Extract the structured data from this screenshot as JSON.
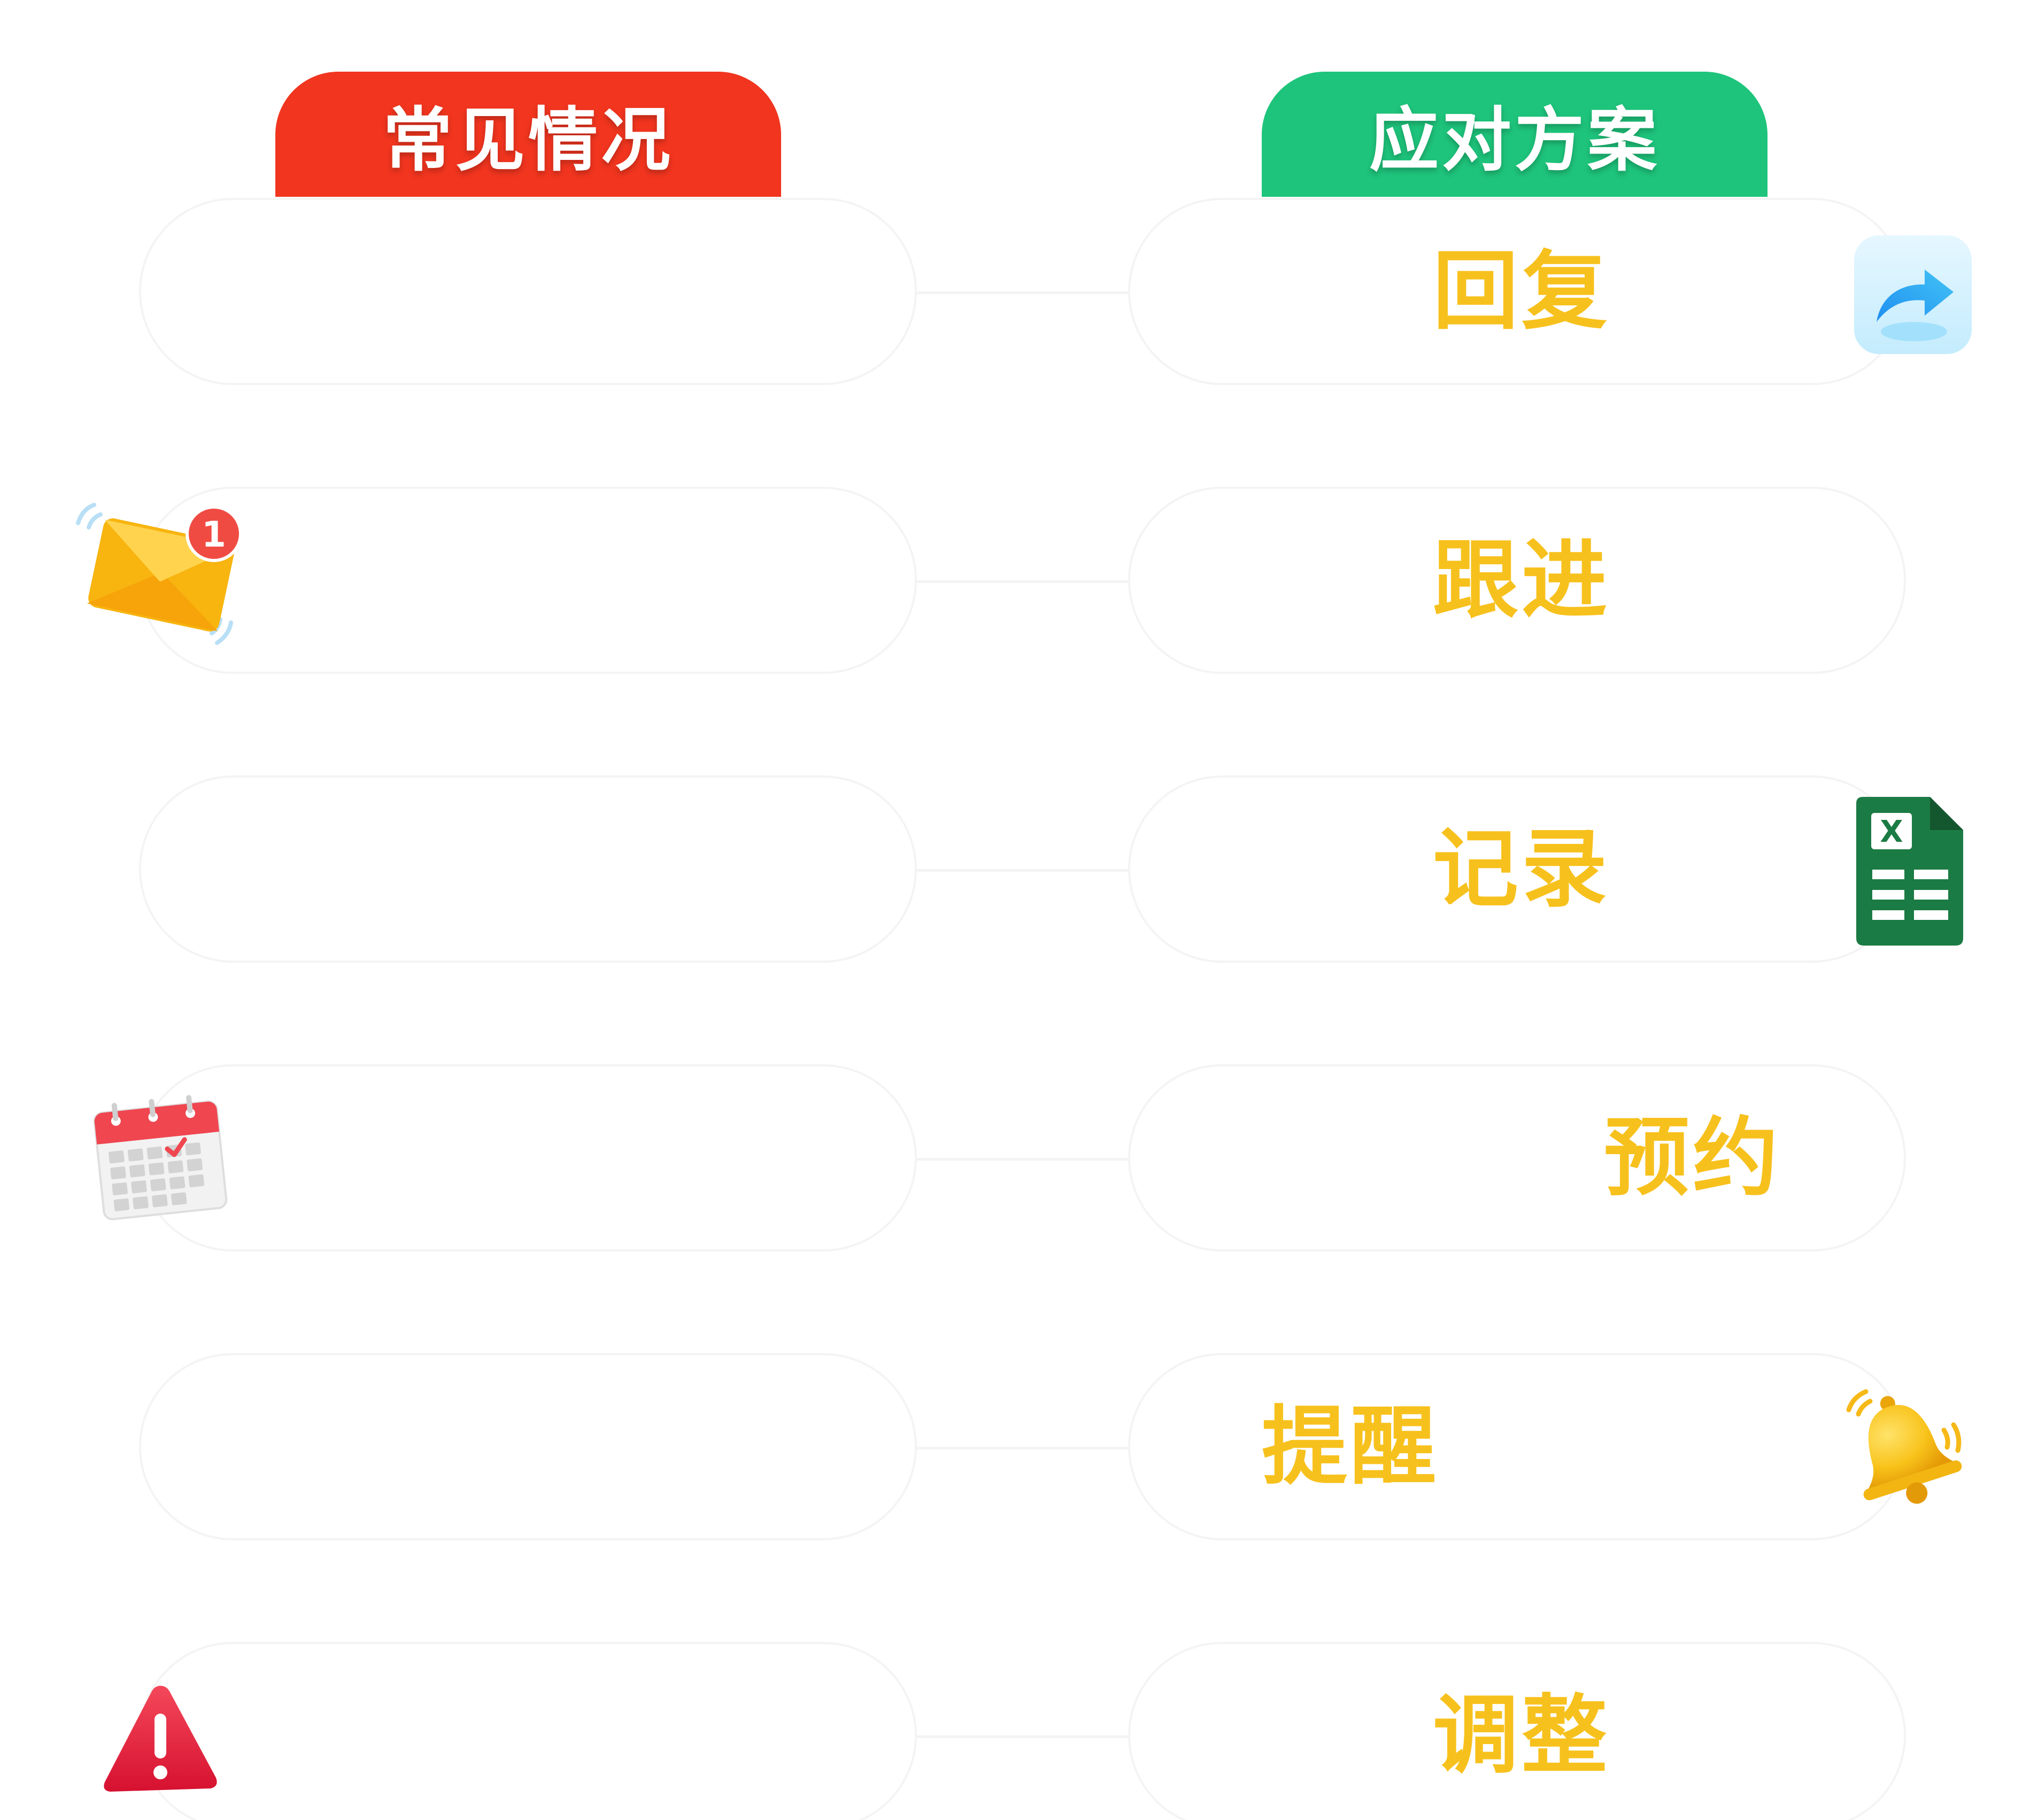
{
  "headers": {
    "situations": "常见情况",
    "solutions": "应对方案"
  },
  "situations": [
    {
      "icon": "none"
    },
    {
      "icon": "mail-notification-icon",
      "badge": "1"
    },
    {
      "icon": "none"
    },
    {
      "icon": "calendar-icon"
    },
    {
      "icon": "none"
    },
    {
      "icon": "warning-icon"
    }
  ],
  "solutions": [
    {
      "label": "回复",
      "icon": "reply-arrow-icon"
    },
    {
      "label": "跟进"
    },
    {
      "label": "记录",
      "icon": "spreadsheet-icon",
      "icon_text": "X"
    },
    {
      "label": "预约"
    },
    {
      "label": "提醒",
      "icon": "bell-icon"
    },
    {
      "label": "调整"
    }
  ],
  "colors": {
    "situation_header": "#f1351f",
    "solution_header": "#1ec47b",
    "action_text": "#f7c11d",
    "card_border": "#f4f4f4"
  }
}
